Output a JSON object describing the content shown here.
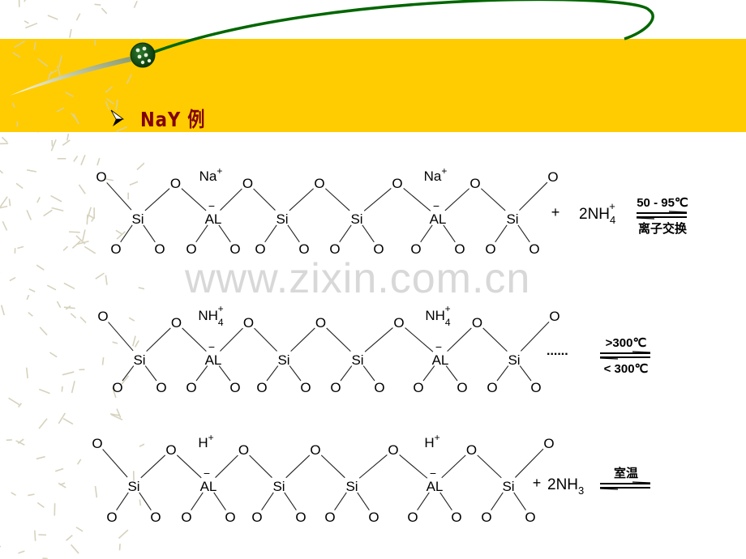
{
  "title": {
    "bullet_icon": "arrowhead-bullet-icon",
    "text": "NaY 例"
  },
  "watermark": "www.zixin.com.cn",
  "colors": {
    "band": "#fecc00",
    "title": "#800000",
    "curve": "#006600"
  },
  "rows": [
    {
      "centers": [
        "Si",
        "AL",
        "Si",
        "Si",
        "AL",
        "Si"
      ],
      "charge": "−",
      "cation": "Na",
      "cation_sup": "+",
      "cation_sub": "",
      "plus": "+",
      "reagent": "2NH",
      "reagent_sup": "+",
      "reagent_sub": "4",
      "dots": "",
      "condition_top": "50 - 95℃",
      "condition_bottom": "离子交换"
    },
    {
      "centers": [
        "Si",
        "AL",
        "Si",
        "Si",
        "AL",
        "Si"
      ],
      "charge": "−",
      "cation": "NH",
      "cation_sup": "+",
      "cation_sub": "4",
      "plus": "",
      "reagent": "",
      "reagent_sup": "",
      "reagent_sub": "",
      "dots": "......",
      "condition_top": ">300℃",
      "condition_bottom": "< 300℃"
    },
    {
      "centers": [
        "Si",
        "AL",
        "Si",
        "Si",
        "AL",
        "Si"
      ],
      "charge": "−",
      "cation": "H",
      "cation_sup": "+",
      "cation_sub": "",
      "plus": "+",
      "reagent": "2NH",
      "reagent_sup": "",
      "reagent_sub": "3",
      "dots": "",
      "condition_top": "室温",
      "condition_bottom": ""
    }
  ],
  "oxygen_label": "O"
}
